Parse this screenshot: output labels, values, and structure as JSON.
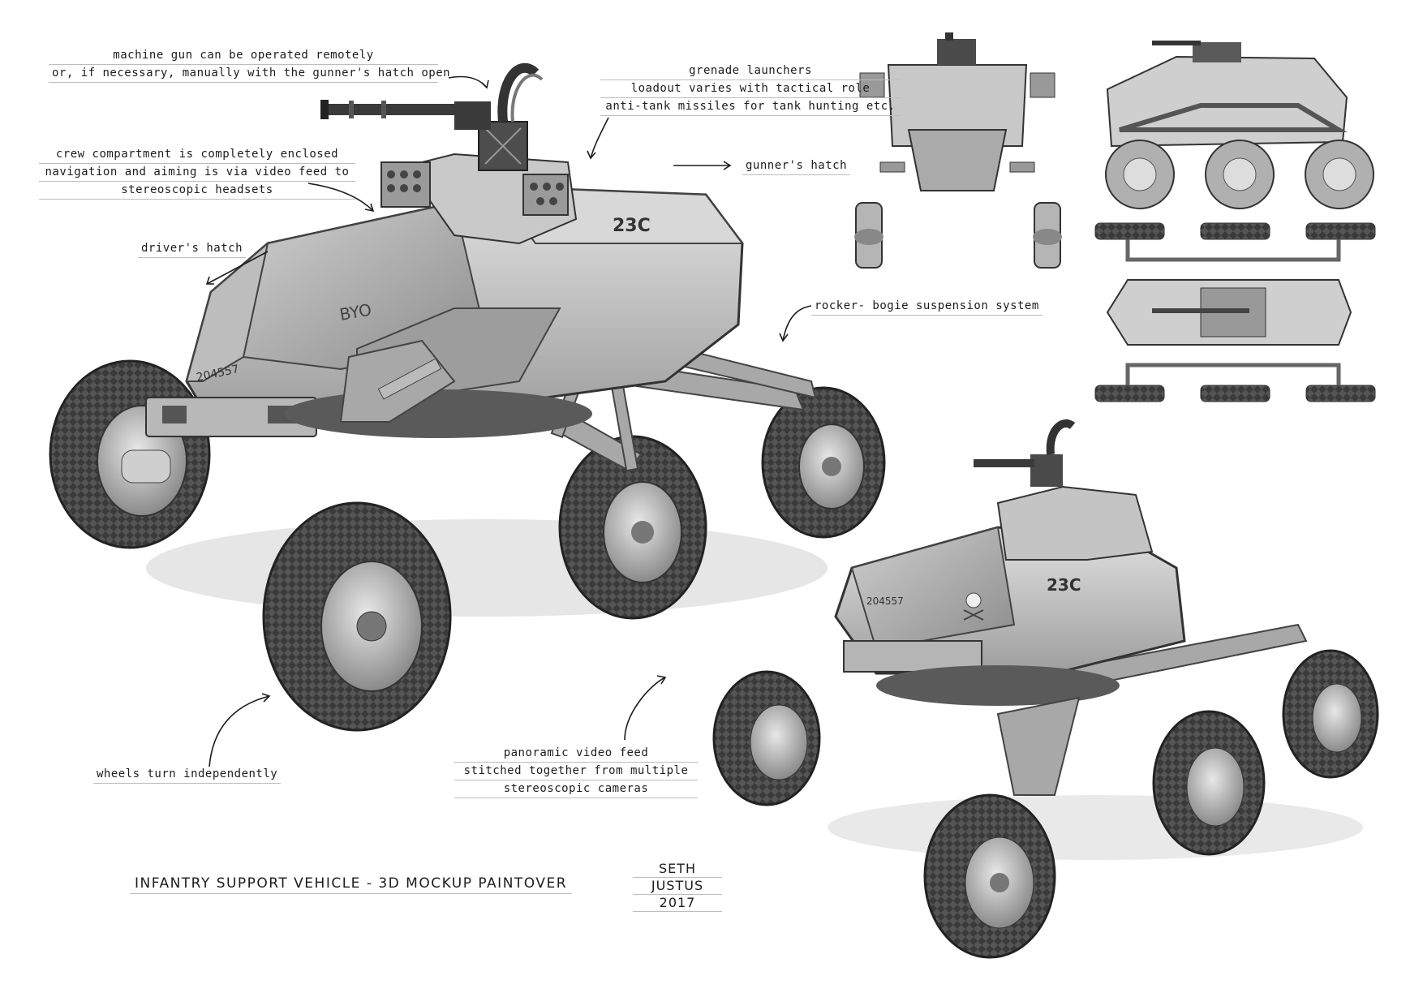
{
  "annotations": {
    "machine_gun": [
      "machine gun can be operated remotely",
      "or, if necessary, manually with the gunner's hatch open"
    ],
    "grenade": [
      "grenade launchers",
      "loadout varies with tactical role",
      "anti-tank missiles for tank hunting etc."
    ],
    "crew": [
      "crew compartment is completely enclosed",
      "navigation and aiming is via video feed to",
      "stereoscopic headsets"
    ],
    "gunners_hatch": "gunner's hatch",
    "drivers_hatch": "driver's hatch",
    "rocker_bogie": "rocker- bogie suspension system",
    "wheels": "wheels turn independently",
    "panoramic": [
      "panoramic video feed",
      "stitched together from multiple",
      "stereoscopic cameras"
    ]
  },
  "markings": {
    "unit_code": "23C",
    "serial": "204557",
    "side_tag": "BYO"
  },
  "title": "INFANTRY SUPPORT VEHICLE - 3D MOCKUP PAINTOVER",
  "signature": {
    "first": "SETH",
    "last": "JUSTUS",
    "year": "2017"
  },
  "colors": {
    "ink": "#1c1c1c",
    "metal_light": "#cfcfcf",
    "metal_mid": "#9a9a9a",
    "metal_dark": "#4a4a4a",
    "tire": "#3a3a3a"
  }
}
